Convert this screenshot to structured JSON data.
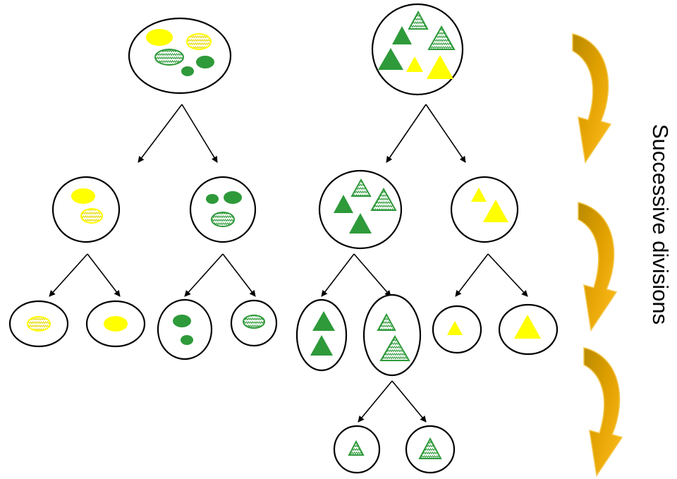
{
  "diagram": {
    "side_label": "Successive divisions",
    "colors": {
      "yellow": "#ffff00",
      "green": "#2e9a3a",
      "arrow": "#e8a300",
      "arrow_dark": "#b78500",
      "outline": "#000000"
    },
    "cells": [
      {
        "id": "left-root",
        "generation": 0,
        "contents": [
          "yellow-oval",
          "yellow-hatched-oval",
          "green-hatched-oval",
          "green-oval",
          "green-oval"
        ]
      },
      {
        "id": "left-yellow",
        "generation": 1,
        "contents": [
          "yellow-oval",
          "yellow-hatched-oval"
        ]
      },
      {
        "id": "left-green",
        "generation": 1,
        "contents": [
          "green-oval",
          "green-oval",
          "green-hatched-oval"
        ]
      },
      {
        "id": "leaf-yellow-hatched-oval",
        "generation": 2,
        "contents": [
          "yellow-hatched-oval"
        ]
      },
      {
        "id": "leaf-yellow-oval",
        "generation": 2,
        "contents": [
          "yellow-oval"
        ]
      },
      {
        "id": "leaf-green-ovals",
        "generation": 2,
        "contents": [
          "green-oval",
          "green-oval"
        ]
      },
      {
        "id": "leaf-green-hatched-oval",
        "generation": 2,
        "contents": [
          "green-hatched-oval"
        ]
      },
      {
        "id": "right-root",
        "generation": 0,
        "contents": [
          "green-hatched-triangle",
          "green-hatched-triangle",
          "green-triangle",
          "green-triangle",
          "yellow-triangle",
          "yellow-triangle"
        ]
      },
      {
        "id": "right-green",
        "generation": 1,
        "contents": [
          "green-hatched-triangle",
          "green-hatched-triangle",
          "green-triangle",
          "green-triangle"
        ]
      },
      {
        "id": "right-yellow",
        "generation": 1,
        "contents": [
          "yellow-triangle",
          "yellow-triangle"
        ]
      },
      {
        "id": "leaf-green-triangles",
        "generation": 2,
        "contents": [
          "green-triangle",
          "green-triangle"
        ]
      },
      {
        "id": "leaf-green-hatched-triangles",
        "generation": 2,
        "contents": [
          "green-hatched-triangle",
          "green-hatched-triangle"
        ]
      },
      {
        "id": "leaf-yellow-triangle-small",
        "generation": 2,
        "contents": [
          "yellow-triangle"
        ]
      },
      {
        "id": "leaf-yellow-triangle-large",
        "generation": 2,
        "contents": [
          "yellow-triangle"
        ]
      },
      {
        "id": "leaf-hatched-triangle-small",
        "generation": 3,
        "contents": [
          "green-hatched-triangle"
        ]
      },
      {
        "id": "leaf-hatched-triangle-large",
        "generation": 3,
        "contents": [
          "green-hatched-triangle"
        ]
      }
    ],
    "icons": [
      "curved-arrow-icon",
      "curved-arrow-icon",
      "curved-arrow-icon"
    ]
  }
}
